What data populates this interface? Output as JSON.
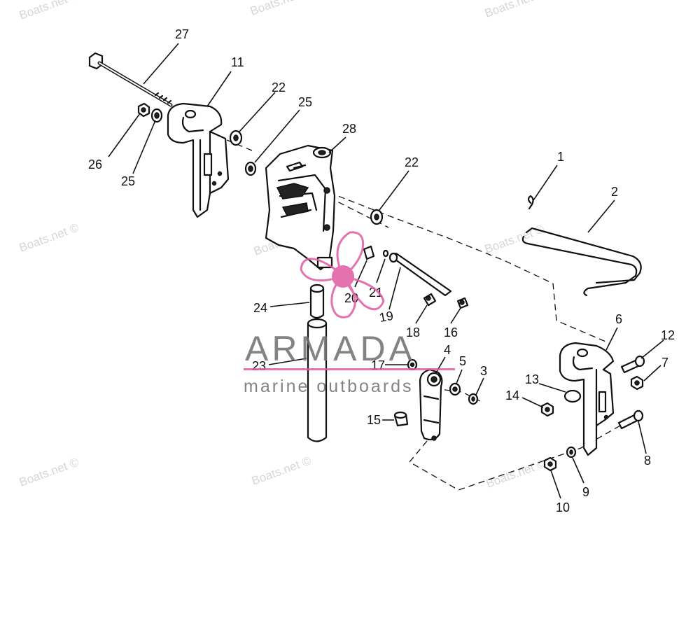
{
  "watermark": "Boats.net ©",
  "logo": {
    "name": "ARMADA",
    "tagline": "marine outboards",
    "accent_color": "#e05aa0",
    "text_color": "#6e6e6e"
  },
  "callouts": [
    "1",
    "2",
    "3",
    "4",
    "5",
    "6",
    "7",
    "8",
    "9",
    "10",
    "11",
    "12",
    "13",
    "14",
    "15",
    "16",
    "17",
    "18",
    "19",
    "20",
    "21",
    "22",
    "22",
    "23",
    "24",
    "25",
    "25",
    "26",
    "27",
    "28"
  ]
}
